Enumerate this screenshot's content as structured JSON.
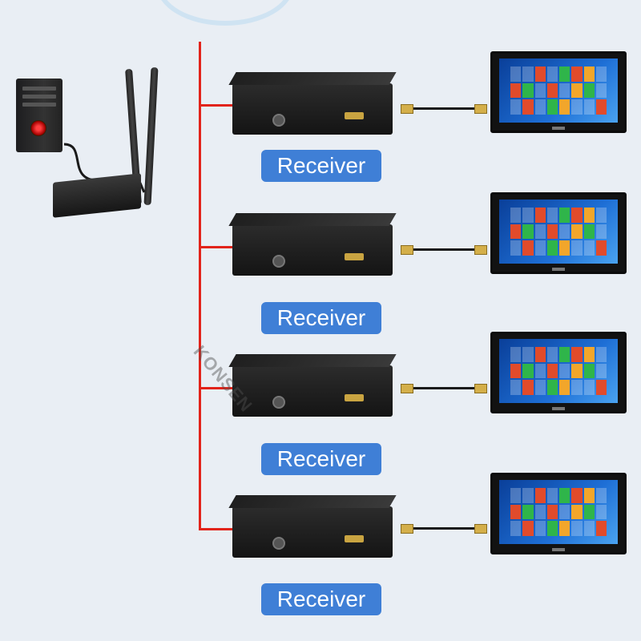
{
  "watermark": "KONSEN",
  "receivers": [
    {
      "label": "Receiver"
    },
    {
      "label": "Receiver"
    },
    {
      "label": "Receiver"
    },
    {
      "label": "Receiver"
    }
  ],
  "colors": {
    "bus": "#e2231a",
    "label_bg": "#3f7fd6",
    "background": "#e9eef4"
  }
}
